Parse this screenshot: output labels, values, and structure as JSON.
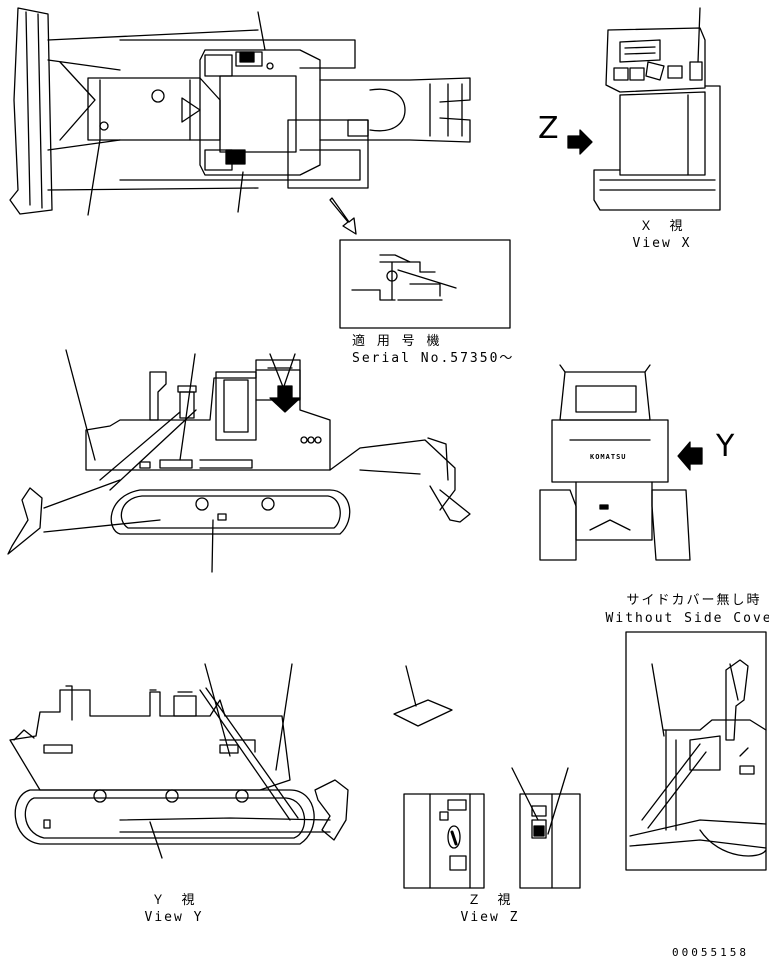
{
  "views": {
    "view_x": {
      "jp": "Ｘ　視",
      "en": "View X"
    },
    "view_y": {
      "jp": "Ｙ　視",
      "en": "View Y"
    },
    "view_z": {
      "jp": "Ｚ　視",
      "en": "View Z"
    }
  },
  "serial": {
    "jp": "適 用 号 機",
    "en": "Serial No.57350～"
  },
  "side_cover": {
    "jp": "サイドカバー無し時",
    "en": "Without Side Cover"
  },
  "markers": {
    "z": "Z",
    "y": "Y"
  },
  "brand": "KOMATSU",
  "drawing_number": "00055158"
}
